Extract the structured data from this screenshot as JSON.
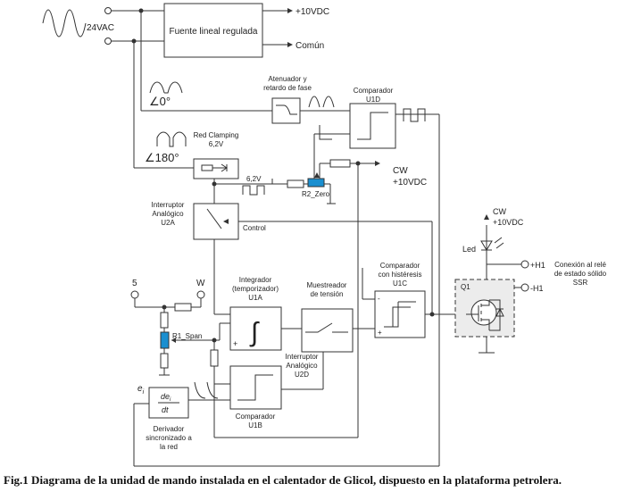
{
  "labels": {
    "input_voltage": "24VAC",
    "power_supply": "Fuente lineal regulada",
    "out_10vdc": "+10VDC",
    "common": "Común",
    "attenuator_line1": "Atenuador y",
    "attenuator_line2": "retardo de fase",
    "comparator_u1d_line1": "Comparador",
    "comparator_u1d_line2": "U1D",
    "angle_0": "∠0°",
    "angle_180": "∠180°",
    "clamping_line1": "Red Clamping",
    "clamping_line2": "6,2V",
    "level_62": "6,2V",
    "r2_zero": "R2_Zero",
    "cw": "CW",
    "cw_10vdc": "+10VDC",
    "switch_u2a_line1": "Interruptor",
    "switch_u2a_line2": "Analógico",
    "switch_u2a_line3": "U2A",
    "control": "Control",
    "cw2": "CW",
    "cw2_10vdc": "+10VDC",
    "led": "Led",
    "h1_plus": "+H1",
    "h1_minus": "-H1",
    "ssr_line1": "Conexión al relé",
    "ssr_line2": "de estado sólido",
    "ssr_line3": "SSR",
    "q1": "Q1",
    "terminal_5": "5",
    "terminal_w": "W",
    "r1_span": "R1_Span",
    "integrator_line1": "Integrador",
    "integrator_line2": "(temporizador)",
    "integrator_line3": "U1A",
    "sampler_line1": "Muestreador",
    "sampler_line2": "de tensión",
    "hyst_line1": "Comparador",
    "hyst_line2": "con histéresis",
    "hyst_line3": "U1C",
    "switch_u2d_line1": "Interruptor",
    "switch_u2d_line2": "Analógico",
    "switch_u2d_line3": "U2D",
    "comparator_u1b_line1": "Comparador",
    "comparator_u1b_line2": "U1B",
    "ei": "e",
    "ei_sub": "i",
    "deriv_num": "de",
    "deriv_num_sub": "i",
    "deriv_den": "dt",
    "derivator_line1": "Derivador",
    "derivator_line2": "sincronizado a",
    "derivator_line3": "la red",
    "plus": "+",
    "minus": "-"
  },
  "caption": "Fig.1 Diagrama de la unidad de mando instalada en el calentador de Glicol, dispuesto en la plataforma petrolera."
}
